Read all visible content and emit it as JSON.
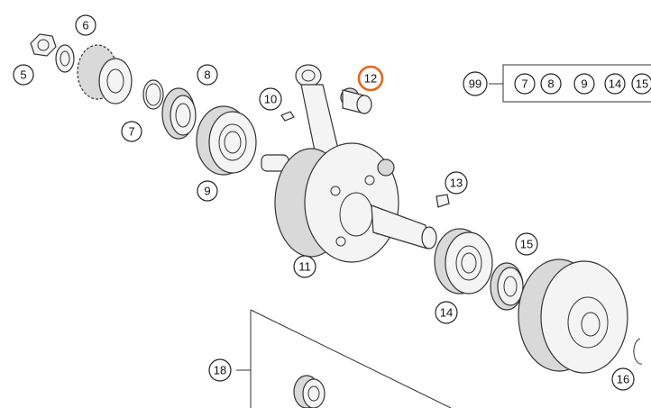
{
  "callouts": {
    "c5": "5",
    "c6": "6",
    "c7": "7",
    "c8": "8",
    "c9": "9",
    "c10": "10",
    "c11": "11",
    "c12": "12",
    "c13": "13",
    "c14": "14",
    "c15": "15",
    "c16": "16",
    "c18": "18",
    "c99": "99"
  },
  "kit": {
    "label": "99",
    "items": [
      "7",
      "8",
      "9",
      "14",
      "15"
    ]
  },
  "highlight": {
    "selected_part": "12",
    "color": "#e8651d"
  }
}
